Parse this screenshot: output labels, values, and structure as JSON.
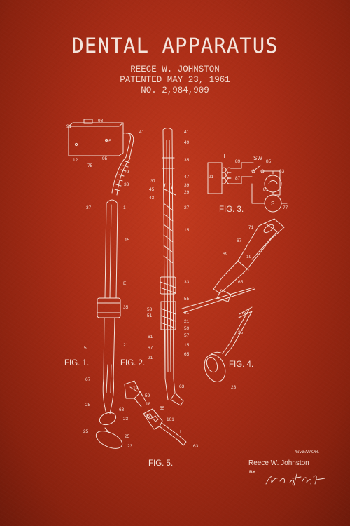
{
  "header": {
    "title": "DENTAL APPARATUS",
    "inventor_line": "REECE W. JOHNSTON",
    "patent_line": "PATENTED MAY 23, 1961",
    "number_line": "NO. 2,984,909"
  },
  "figures": {
    "fig1": "FIG. 1.",
    "fig2": "FIG. 2.",
    "fig3": "FIG. 3.",
    "fig4": "FIG. 4.",
    "fig5": "FIG. 5."
  },
  "switch_labels": {
    "t": "T",
    "sw": "SW",
    "s": "S"
  },
  "refs": {
    "r91": "91",
    "r93": "93",
    "r95": "95",
    "r75": "75",
    "r12": "12",
    "r41": "41",
    "r49": "49",
    "r35": "35",
    "r47": "47",
    "r37": "37",
    "r39": "39",
    "r29": "29",
    "r43": "43",
    "r45": "45",
    "r27": "27",
    "r15": "15",
    "r33": "33",
    "r55": "55",
    "r53": "53",
    "r51": "51",
    "r31": "31",
    "r61": "61",
    "r57": "57",
    "r67": "67",
    "r65": "65",
    "r21": "21",
    "r63": "63",
    "r5": "5",
    "r23": "23",
    "r25": "25",
    "r19": "19",
    "r89": "89",
    "r85": "85",
    "r83": "83",
    "r87": "87",
    "r81": "81",
    "r77": "77",
    "r71": "71",
    "r69": "69",
    "r73": "73",
    "r59": "59",
    "r18": "18",
    "r1": "1",
    "rE": "E",
    "r101": "101"
  },
  "inventor": {
    "label": "INVENTOR.",
    "name": "Reece W. Johnston",
    "by_label": "BY"
  },
  "colors": {
    "background": "#a82c16",
    "ink": "#f3e2da"
  }
}
